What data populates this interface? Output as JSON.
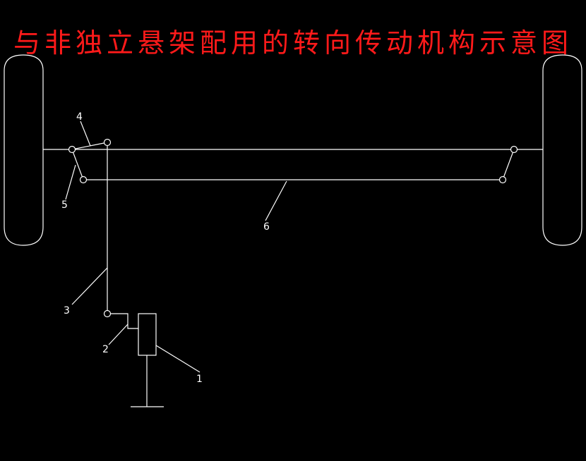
{
  "title": "与非独立悬架配用的转向传动机构示意图",
  "labels": {
    "l1": "1",
    "l2": "2",
    "l3": "3",
    "l4": "4",
    "l5": "5",
    "l6": "6"
  },
  "colors": {
    "background": "#000000",
    "title": "#ff1a1a",
    "lines": "#ffffff"
  }
}
